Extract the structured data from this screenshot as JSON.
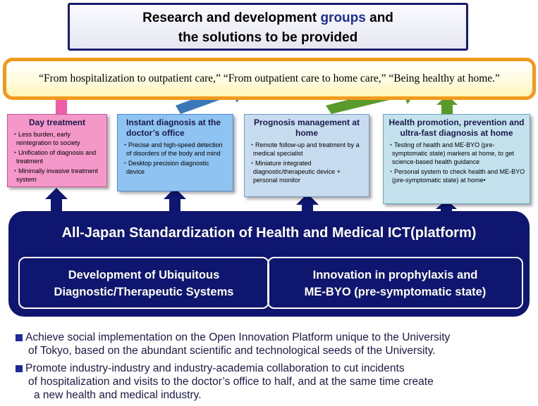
{
  "title": {
    "line1_a": "Research and development ",
    "line1_b": "groups",
    "line1_c": " and",
    "line2": "the solutions to be provided"
  },
  "banner": "“From hospitalization to outpatient care,” “From outpatient care to home care,” “Being healthy at home.”",
  "boxes": [
    {
      "title": "Day treatment",
      "items": [
        "Less burden, early reintegration to society",
        "Unification of diagnosis and treatment",
        "Minimally invasive treatment system"
      ]
    },
    {
      "title": "Instant diagnosis at the doctor’s office",
      "items": [
        "Precise and high-speed detection of disorders of the body and mind",
        "Desktop precision diagnostic device"
      ]
    },
    {
      "title": "Prognosis management at home",
      "items": [
        "Remote follow-up and treatment by a medical specialist",
        "Miniature integrated diagnostic/therapeutic device + personal monitor"
      ]
    },
    {
      "title": "Health promotion, prevention and ultra-fast diagnosis at home",
      "items": [
        "Testing of health and ME-BYO (pre-symptomatic state) markers at home, to get science-based health guidance",
        "Personal system to check health and ME-BYO (pre-symptomatic state) at home•"
      ]
    }
  ],
  "platform": {
    "title": "All-Japan Standardization of Health and Medical ICT(platform)",
    "left_line1": "Development of Ubiquitous",
    "left_line2": "Diagnostic/Therapeutic Systems",
    "right_line1": "Innovation in prophylaxis and",
    "right_line2": "ME-BYO (pre-symptomatic state)"
  },
  "bullets": [
    {
      "l1": "Achieve social implementation on the Open Innovation Platform unique to the University",
      "l2": "of Tokyo, based on the abundant scientific and technological seeds of the University.",
      "l3": ""
    },
    {
      "l1": "Promote industry-industry and industry-academia collaboration to cut incidents",
      "l2": "of hospitalization and visits to the doctor’s office to half, and at the same time create",
      "l3": "a new health and medical industry."
    }
  ],
  "colors": {
    "pink_arrow": "#ef5fa8",
    "blue_arrow": "#3a78b8",
    "green_arrow": "#5a9a2a",
    "navy": "#0e1670",
    "orange_border": "#f29a1e"
  }
}
